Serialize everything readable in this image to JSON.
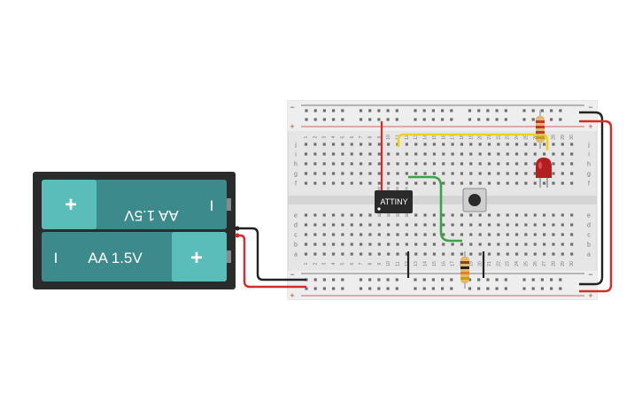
{
  "battery_pack": {
    "cells": [
      {
        "label": "AA 1.5V",
        "plus_symbol": "+",
        "minus_symbol": "I",
        "orientation": "flipped"
      },
      {
        "label": "AA 1.5V",
        "plus_symbol": "+",
        "minus_symbol": "I",
        "orientation": "normal"
      }
    ]
  },
  "breadboard": {
    "row_letters_top": [
      "j",
      "i",
      "h",
      "g",
      "f"
    ],
    "row_letters_bottom": [
      "e",
      "d",
      "c",
      "b",
      "a"
    ],
    "column_numbers": [
      "1",
      "2",
      "3",
      "4",
      "5",
      "6",
      "7",
      "8",
      "9",
      "10",
      "11",
      "12",
      "13",
      "14",
      "15",
      "16",
      "17",
      "18",
      "19",
      "20",
      "21",
      "22",
      "23",
      "24",
      "25",
      "26",
      "27",
      "28",
      "29",
      "30"
    ],
    "rail_minus_symbol": "−",
    "rail_plus_symbol": "+"
  },
  "chip": {
    "label": "ATTINY"
  },
  "colors": {
    "breadboard": "#e4e4e4",
    "battery_cell": "#3d8a8c",
    "battery_cap": "#5bbdba",
    "wire_red": "#d62b2b",
    "wire_black": "#222222",
    "wire_yellow": "#f0d21e",
    "wire_green": "#3aa34a",
    "led_red": "#b41e1e"
  }
}
